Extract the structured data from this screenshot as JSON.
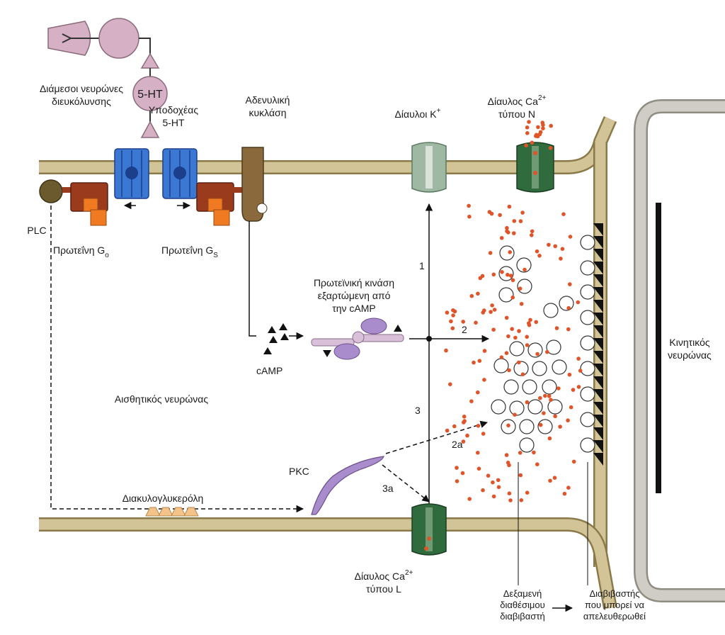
{
  "labels": {
    "interneurons": [
      "Διάμεσοι νευρώνες",
      "διευκόλυνσης"
    ],
    "serotonin": "5-HT",
    "receptor": [
      "Υποδοχέας",
      "5-HT"
    ],
    "adenylyl_cyclase": [
      "Αδενυλική",
      "κυκλάση"
    ],
    "k_channel": "Δίαυλοι K",
    "k_sup": "+",
    "n_channel_line1": "Δίαυλος Ca",
    "n_channel_sup": "2+",
    "n_channel_line2": "τύπου N",
    "plc": "PLC",
    "go_protein": "Πρωτεΐνη G",
    "go_sub": "o",
    "gs_protein": "Πρωτεΐνη G",
    "gs_sub": "S",
    "pka": [
      "Πρωτεϊνική κινάση",
      "εξαρτώμενη από",
      "την cAMP"
    ],
    "camp": "cAMP",
    "sensory_neuron": "Αισθητικός νευρώνας",
    "pkc": "PKC",
    "dag": "Διακυλογλυκερόλη",
    "l_channel_line1": "Δίαυλος Ca",
    "l_channel_sup": "2+",
    "l_channel_line2": "τύπου L",
    "motor_neuron": [
      "Κινητικός",
      "νευρώνας"
    ],
    "reserve_pool": [
      "Δεξαμενή",
      "διαθέσιμου",
      "διαβιβαστή"
    ],
    "releasable_pool": [
      "Διαβιβαστής",
      "που μπορεί να",
      "απελευθερωθεί"
    ],
    "path_1": "1",
    "path_2": "2",
    "path_2a": "2a",
    "path_3": "3",
    "path_3a": "3a"
  },
  "colors": {
    "membrane_fill": "#d2c496",
    "membrane_edge": "#8a7a4a",
    "motor_membrane": "#cfcdc5",
    "receptor_blue": "#3a78d4",
    "receptor_dark": "#1c3f8c",
    "g_protein": "#9b3b1e",
    "g_protein_sub": "#f07a22",
    "plc_fill": "#6b5a2e",
    "cyclase": "#8a6a3c",
    "k_channel": "#9fb8a4",
    "ca_channel": "#2f6b3c",
    "kinase": "#a88ccc",
    "kinase_light": "#d8c0d8",
    "interneuron": "#d6b0c4",
    "dots": "#e0542a"
  }
}
